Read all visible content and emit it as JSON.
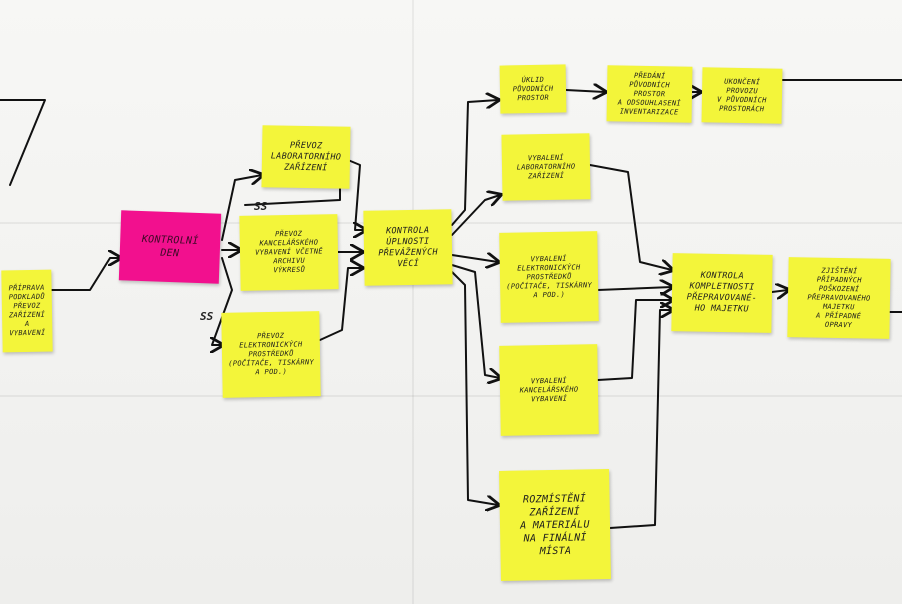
{
  "notes": {
    "left_cut": "PŘÍPRAVA\nPODKLADŮ\nPŘEVOZ\nZAŘÍZENÍ\nA VYBAVENÍ",
    "controlled_day": "KONTROLNÍ\nDEN",
    "move_lab": "PŘEVOZ\nLABORATORNÍHO\nZAŘÍZENÍ",
    "move_office": "PŘEVOZ\nKANCELÁŘSKÉHO\nVYBAVENÍ VČETNĚ\nARCHIVU\nVÝKRESŮ",
    "move_electronics": "PŘEVOZ\nELEKTRONICKÝCH\nPROSTŘEDKŮ\n(počítače, tiskárny\na pod.)",
    "check_completeness": "KONTROLA\nÚPLNOSTI\nPŘEVÁŽENÝCH\nVĚCÍ",
    "cleanup_original": "ÚKLID\nPŮVODNÍCH\nPROSTOR",
    "handover_original": "PŘEDÁNÍ\nPŮVODNÍCH\nPROSTOR\nA ODSOUHLASENÍ\nINVENTARIZACE",
    "handover_process": "UKONČENÍ\nPROVOZU\nV PŮVODNÍCH\nPROSTORÁCH",
    "unpack_lab": "VYBALENÍ\nLABORATORNÍHO\nZAŘÍZENÍ",
    "unpack_electronics": "VYBALENÍ\nELEKTRONICKÝCH\nPROSTŘEDKŮ\n(počítače, tiskárny\na pod.)",
    "unpack_office": "VYBALENÍ\nKANCELÁŘSKÉHO\nVYBAVENÍ",
    "place_equipment": "ROZMÍSTĚNÍ\nZAŘÍZENÍ\nA MATERIÁLU\nNA FINÁLNÍ\nMÍSTA",
    "check_property": "KONTROLA\nKOMPLETNOSTI\nPŘEPRAVOVANÉ-\nHO MAJETKU",
    "settle_damages": "ZJIŠTĚNÍ\nPŘÍPADNÝCH\nPOŠKOZENÍ\nPŘEPRAVOVANÉHO\nMAJETKU\nA PŘÍPADNÉ\nOPRAVY"
  },
  "tags": {
    "ss_top": "SS",
    "ss_bottom": "SS"
  },
  "colors": {
    "sticky_yellow": "#f3f53a",
    "sticky_pink": "#f2108e",
    "marker": "#111111"
  }
}
